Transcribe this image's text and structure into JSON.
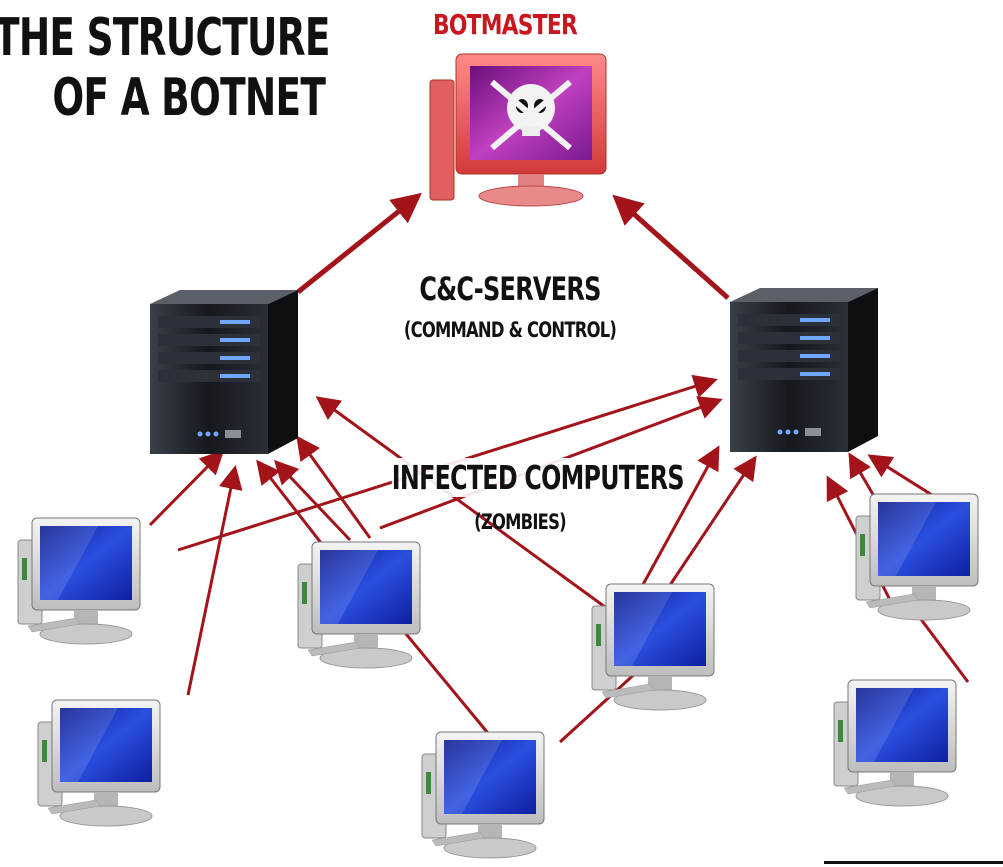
{
  "title": {
    "line1": "THE STRUCTURE",
    "line2": "OF A BOTNET"
  },
  "botmaster_label": "BOTMASTER",
  "cc_servers": {
    "title": "C&C-SERVERS",
    "subtitle": "(COMMAND & CONTROL)"
  },
  "infected": {
    "title": "INFECTED COMPUTERS",
    "subtitle": "(ZOMBIES)"
  },
  "colors": {
    "arrow": "#a3131a",
    "botmaster_text": "#c8171f",
    "screen_blue": "#1a2fb5",
    "server_body": "#1d2026"
  },
  "icons": {
    "botmaster": "skull-monitor-icon",
    "server": "server-tower-icon",
    "zombie": "desktop-computer-icon"
  }
}
